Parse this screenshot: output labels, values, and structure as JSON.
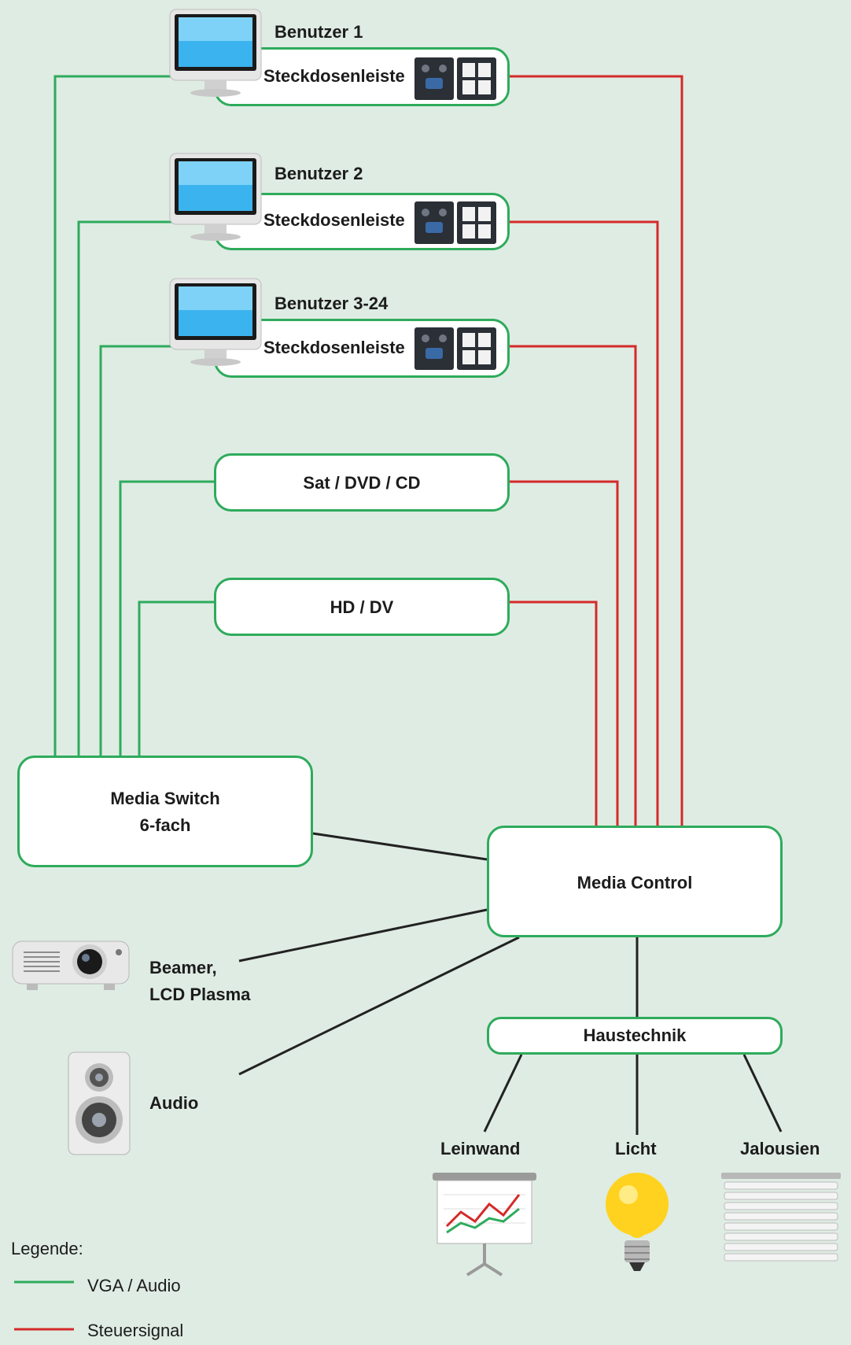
{
  "users": [
    {
      "title": "Benutzer 1",
      "strip": "Steckdosenleiste"
    },
    {
      "title": "Benutzer 2",
      "strip": "Steckdosenleiste"
    },
    {
      "title": "Benutzer 3-24",
      "strip": "Steckdosenleiste"
    }
  ],
  "sources": [
    {
      "label": "Sat / DVD / CD"
    },
    {
      "label": "HD / DV"
    }
  ],
  "switch": {
    "line1": "Media Switch",
    "line2": "6-fach"
  },
  "control": {
    "label": "Media Control"
  },
  "haustechnik": {
    "label": "Haustechnik"
  },
  "outputs": {
    "beamer1": "Beamer,",
    "beamer2": "LCD Plasma",
    "audio": "Audio"
  },
  "house": {
    "leinwand": "Leinwand",
    "licht": "Licht",
    "jalousien": "Jalousien"
  },
  "legend": {
    "title": "Legende:",
    "vga": "VGA / Audio",
    "steuer": "Steuersignal"
  },
  "colors": {
    "vga": "#2eab5c",
    "steuer": "#d42a2a",
    "link": "#222222",
    "background": "#dfece3"
  }
}
